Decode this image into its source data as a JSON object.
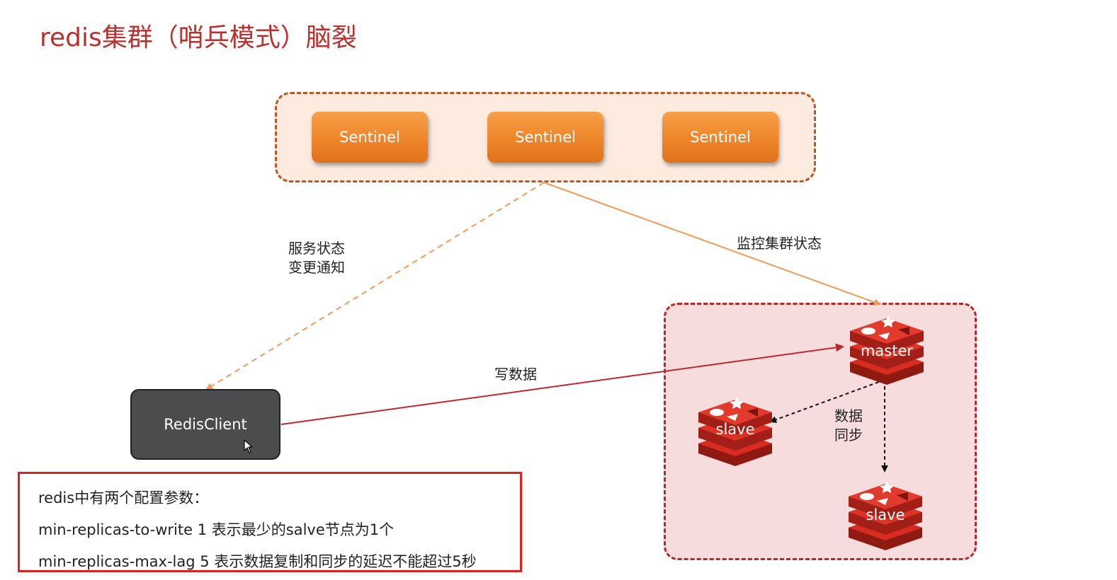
{
  "page": {
    "title": "redis集群（哨兵模式）脑裂"
  },
  "sentinels": [
    {
      "label": "Sentinel"
    },
    {
      "label": "Sentinel"
    },
    {
      "label": "Sentinel"
    }
  ],
  "client": {
    "label": "RedisClient"
  },
  "nodes": {
    "master": "master",
    "slave_left": "slave",
    "slave_bottom": "slave"
  },
  "edges": {
    "notify_line1": "服务状态",
    "notify_line2": "变更通知",
    "monitor": "监控集群状态",
    "write": "写数据",
    "sync_line1": "数据",
    "sync_line2": "同步"
  },
  "config": {
    "heading": "redis中有两个配置参数：",
    "line1": "min-replicas-to-write 1   表示最少的salve节点为1个",
    "line2": "min-replicas-max-lag 5  表示数据复制和同步的延迟不能超过5秒"
  },
  "colors": {
    "title": "#b8312f",
    "sentinel_fill": "#f08a2e",
    "sentinel_group_border": "#b55a26",
    "sentinel_group_fill": "#fdebdf",
    "redis_group_border": "#b22a2a",
    "redis_group_fill": "#f6dcdc",
    "client_fill": "#4a4c4d",
    "redis_red": "#d82c20",
    "write_arrow": "#c0272d",
    "monitor_arrow": "#f09a58",
    "config_border": "#e02020"
  }
}
